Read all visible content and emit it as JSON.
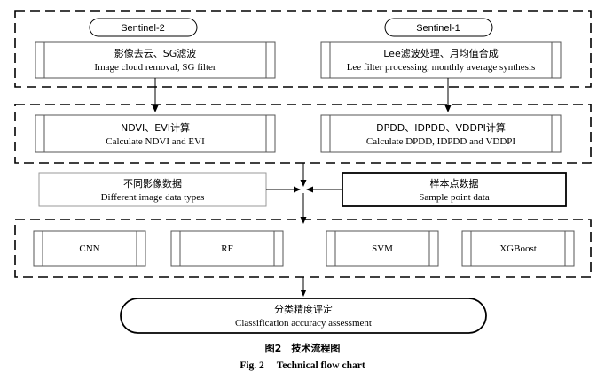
{
  "sources": {
    "sentinel2": "Sentinel-2",
    "sentinel1": "Sentinel-1"
  },
  "preprocess": {
    "s2_zh": "影像去云、SG滤波",
    "s2_en": "Image cloud removal, SG filter",
    "s1_zh": "Lee滤波处理、月均值合成",
    "s1_en": "Lee filter processing, monthly average synthesis"
  },
  "indices": {
    "ndvi_zh": "NDVI、EVI计算",
    "ndvi_en": "Calculate NDVI and EVI",
    "dpdd_zh": "DPDD、IDPDD、VDDPI计算",
    "dpdd_en": "Calculate DPDD, IDPDD and VDDPI"
  },
  "inputs": {
    "data_types_zh": "不同影像数据",
    "data_types_en": "Different image data types",
    "samples_zh": "样本点数据",
    "samples_en": "Sample point data"
  },
  "models": {
    "cnn": "CNN",
    "rf": "RF",
    "svm": "SVM",
    "xgb": "XGBoost"
  },
  "assessment": {
    "zh": "分类精度评定",
    "en": "Classification accuracy assessment"
  },
  "caption": {
    "zh": "图2　技术流程图",
    "en_num": "Fig. 2",
    "en_title": "Technical flow chart"
  }
}
